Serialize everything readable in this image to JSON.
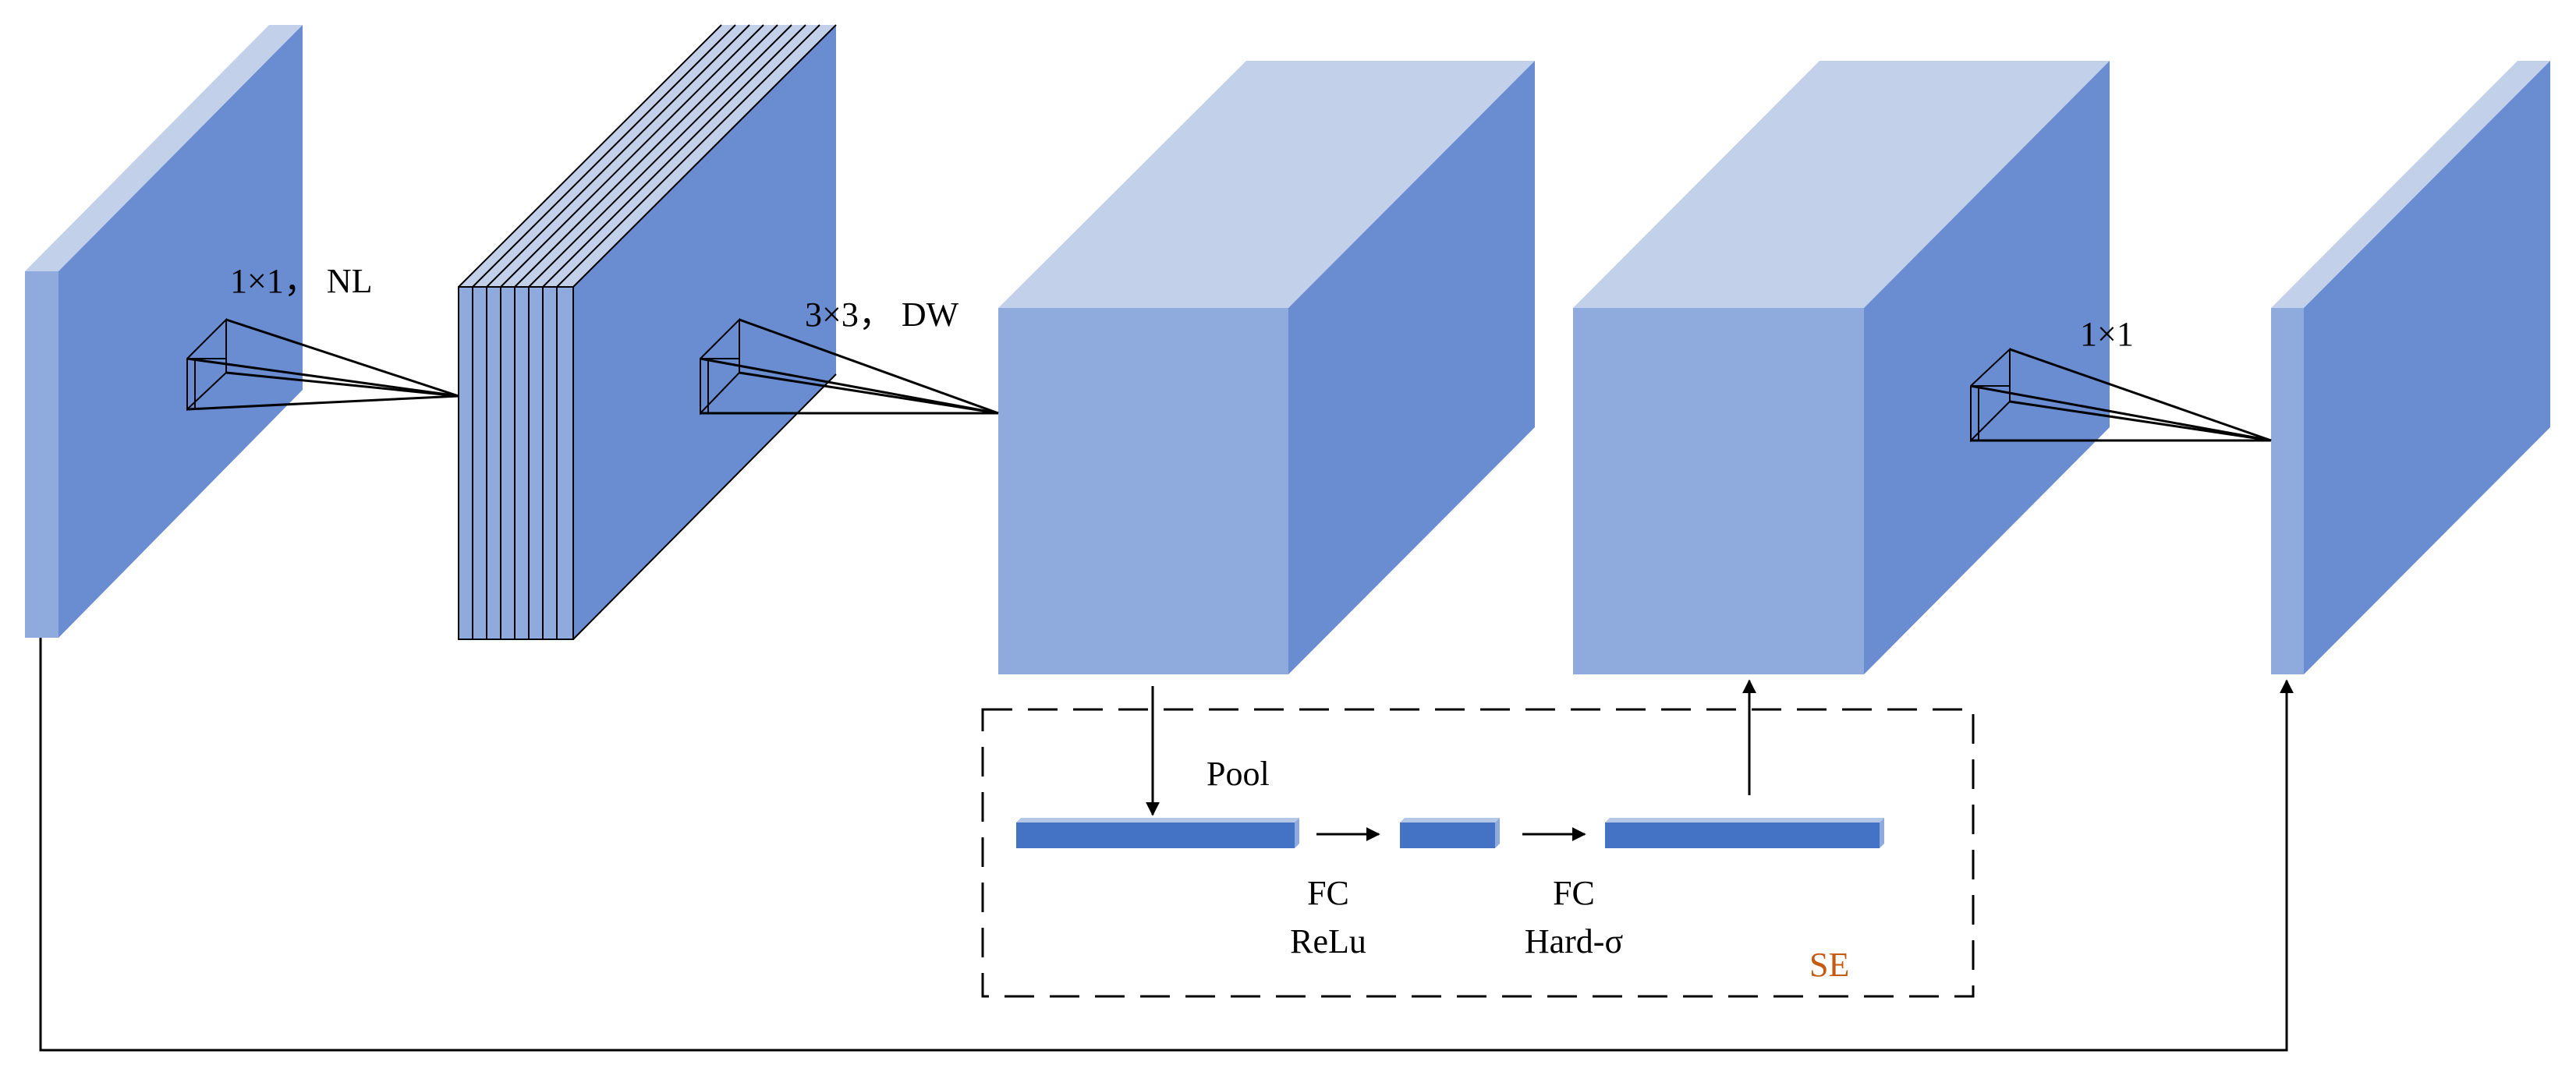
{
  "labels": {
    "conv1": "1×1，  NL",
    "conv2": "3×3，  DW",
    "conv3": "1×1",
    "pool": "Pool",
    "fc1_a": "FC",
    "fc1_b": "ReLu",
    "fc2_a": "FC",
    "fc2_b": "Hard-σ",
    "se": "SE"
  },
  "colors": {
    "top_face": "#c3d0ea",
    "front_face": "#8faadc",
    "side_face": "#6a8cd0",
    "bar": "#4472c4",
    "se_label": "#c55a11"
  }
}
